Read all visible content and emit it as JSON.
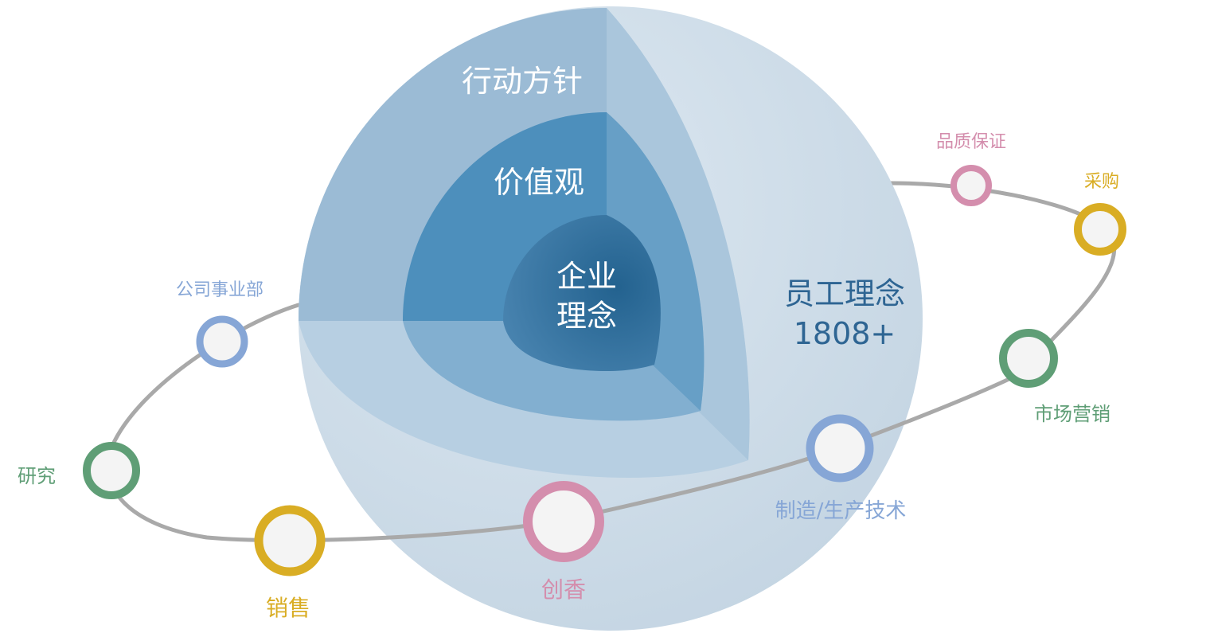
{
  "layers": {
    "outer": {
      "label": "员工理念",
      "count": "1808+"
    },
    "action": {
      "label": "行动方针"
    },
    "values": {
      "label": "价值观"
    },
    "core": {
      "line1": "企业",
      "line2": "理念"
    }
  },
  "departments": [
    {
      "key": "quality",
      "label": "品质保证",
      "color": "#d48ead"
    },
    {
      "key": "purchasing",
      "label": "采购",
      "color": "#d9ad24"
    },
    {
      "key": "marketing",
      "label": "市场营销",
      "color": "#5f9e76"
    },
    {
      "key": "manufacturing",
      "label": "制造/生产技术",
      "color": "#86a6d6"
    },
    {
      "key": "fragrance",
      "label": "创香",
      "color": "#d48ead"
    },
    {
      "key": "sales",
      "label": "销售",
      "color": "#d9ad24"
    },
    {
      "key": "research",
      "label": "研究",
      "color": "#5f9e76"
    },
    {
      "key": "division",
      "label": "公司事业部",
      "color": "#86a6d6"
    }
  ],
  "colors": {
    "outer_sphere": "#d3e0eb",
    "action_layer": "#9ab9d4",
    "values_layer": "#4e8fbb",
    "core_layer": "#2f6b98",
    "orbit": "#a9a9a9",
    "node_fill": "#f4f4f4",
    "outer_text": "#2e6593"
  }
}
